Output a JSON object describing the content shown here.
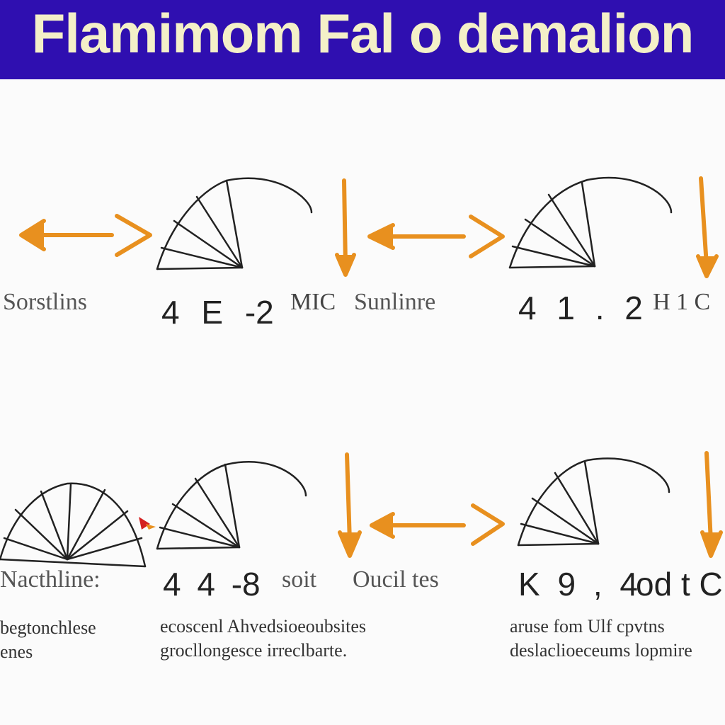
{
  "header": {
    "title": "Flamimom Fal o demalion"
  },
  "colors": {
    "banner": "#2f0fb0",
    "title": "#f4f0c8",
    "arrow": "#e8901f",
    "stroke": "#222222",
    "flag": "#d42020"
  },
  "row1": {
    "label_a": "Sorstlins",
    "formula_a": "4 E -2",
    "label_b": "MIC",
    "label_c": "Sunlinre",
    "formula_b": "4 1 . 2",
    "label_d": "H 1 C"
  },
  "row2": {
    "label_a": "Nacthline:",
    "formula_a": "4 4 -8",
    "label_b": "soit",
    "label_c": "Oucil tes",
    "formula_b": "K 9 , 4",
    "label_d": "od t C"
  },
  "captions": {
    "left_1": "begtonchlese",
    "left_2": "enes",
    "mid_1": "ecoscenl Ahvedsioeoubsites",
    "mid_2": "grocllongesce irreclbarte.",
    "right_1": "aruse fom Ulf cpvtns",
    "right_2": "deslaclioeceums lopmire"
  }
}
